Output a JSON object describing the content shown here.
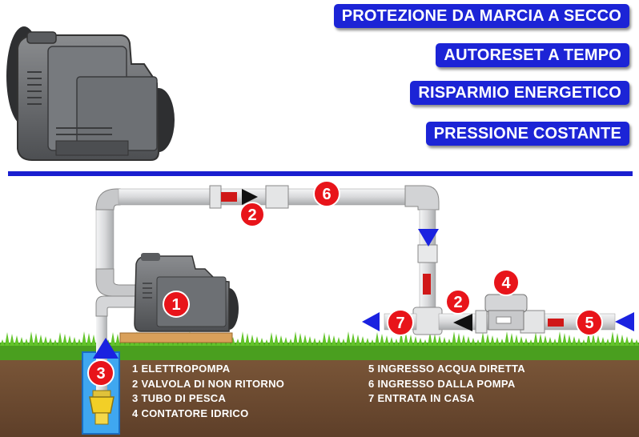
{
  "features": [
    "PROTEZIONE DA MARCIA A SECCO",
    "AUTORESET A TEMPO",
    "RISPARMIO ENERGETICO",
    "PRESSIONE COSTANTE"
  ],
  "colors": {
    "banner_blue": "#1c24d6",
    "badge_red": "#e8141a",
    "flow_arrow_blue": "#1a22e0",
    "soil_brown": "#6e4b33",
    "grass_green": "#4caf1e",
    "pipe_gray": "#d9dadb"
  },
  "badges": {
    "b1": "1",
    "b2a": "2",
    "b2b": "2",
    "b3": "3",
    "b4": "4",
    "b5": "5",
    "b6": "6",
    "b7": "7"
  },
  "legend": {
    "left": [
      "1 ELETTROPOMPA",
      "2 VALVOLA DI NON RITORNO",
      "3 TUBO DI PESCA",
      "4 CONTATORE IDRICO"
    ],
    "right": [
      "5 INGRESSO ACQUA DIRETTA",
      "6 INGRESSO DALLA POMPA",
      "7 ENTRATA IN CASA"
    ]
  },
  "icons": [
    "pump-illustration",
    "check-valve-icon",
    "water-meter-icon",
    "foot-valve-icon",
    "flow-arrow-icon"
  ]
}
